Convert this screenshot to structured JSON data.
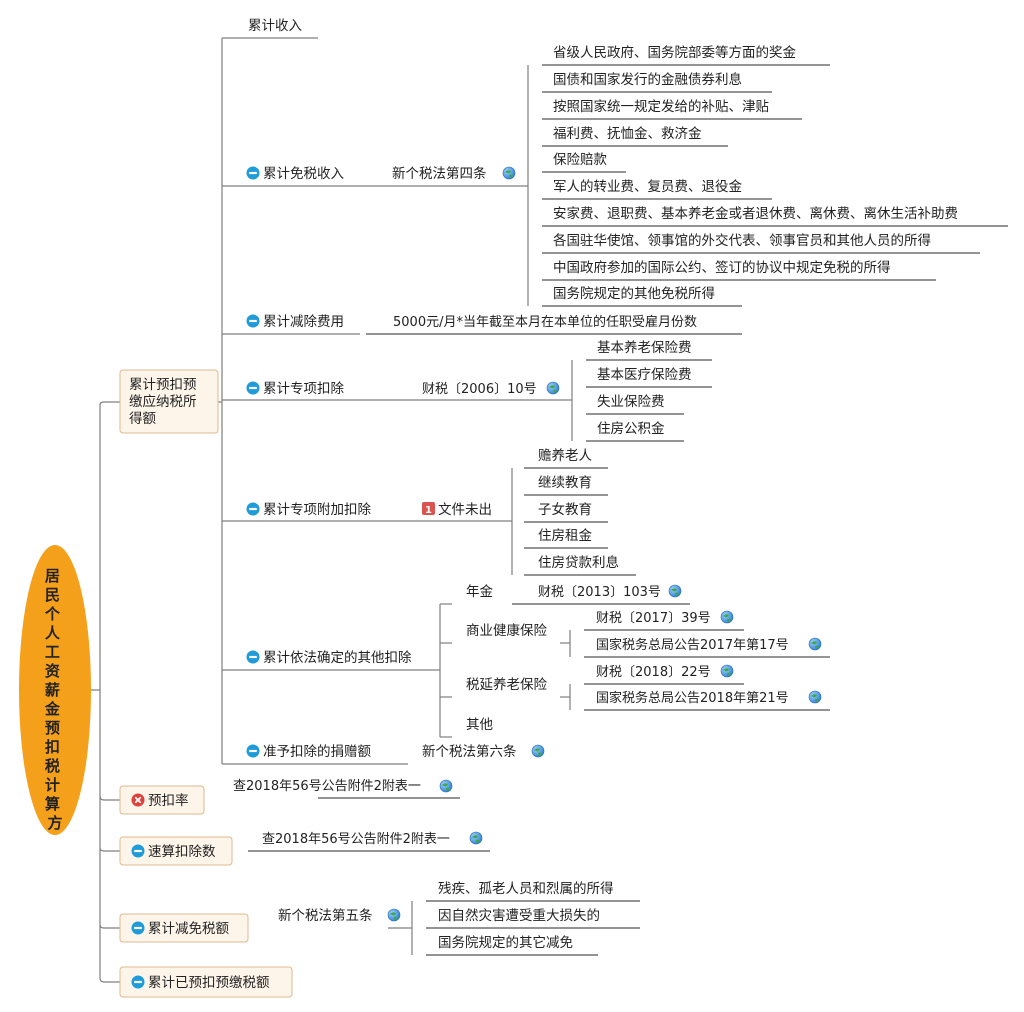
{
  "root": "居民个人工资薪金预扣税计算方法",
  "colors": {
    "root_fill": "#f5a01a",
    "box_fill": "#fdf5ea",
    "box_border": "#e0b98c",
    "line": "#7f7f7f",
    "collapse": "#1e9bd8",
    "error": "#e0403a",
    "priority": "#d9534f",
    "globe": "#2f7fd0"
  },
  "branches": {
    "taxable": {
      "label": [
        "累计预扣预",
        "缴应纳税所",
        "得额"
      ],
      "children": {
        "income": "累计收入",
        "exempt": {
          "label": "累计免税收入",
          "law": "新个税法第四条",
          "items": [
            "省级人民政府、国务院部委等方面的奖金",
            "国债和国家发行的金融债券利息",
            "按照国家统一规定发给的补贴、津贴",
            "福利费、抚恤金、救济金",
            "保险赔款",
            "军人的转业费、复员费、退役金",
            "安家费、退职费、基本养老金或者退休费、离休费、离休生活补助费",
            "各国驻华使馆、领事馆的外交代表、领事官员和其他人员的所得",
            "中国政府参加的国际公约、签订的协议中规定免税的所得",
            "国务院规定的其他免税所得"
          ]
        },
        "deduction_fee": {
          "label": "累计减除费用",
          "note": "5000元/月*当年截至本月在本单位的任职受雇月份数"
        },
        "special": {
          "label": "累计专项扣除",
          "law": "财税〔2006〕10号",
          "items": [
            "基本养老保险费",
            "基本医疗保险费",
            "失业保险费",
            "住房公积金"
          ]
        },
        "special_additional": {
          "label": "累计专项附加扣除",
          "priority": "1",
          "note": "文件未出",
          "items": [
            "赡养老人",
            "继续教育",
            "子女教育",
            "住房租金",
            "住房贷款利息"
          ]
        },
        "other": {
          "label": "累计依法确定的其他扣除",
          "pension": {
            "label": "年金",
            "law": "财税〔2013〕103号"
          },
          "health": {
            "label": "商业健康保险",
            "laws": [
              "财税〔2017〕39号",
              "国家税务总局公告2017年第17号"
            ]
          },
          "deferred": {
            "label": "税延养老保险",
            "laws": [
              "财税〔2018〕22号",
              "国家税务总局公告2018年第21号"
            ]
          },
          "misc": "其他"
        },
        "donation": {
          "label": "准予扣除的捐赠额",
          "law": "新个税法第六条"
        }
      }
    },
    "rate": {
      "label": "预扣率",
      "note": "查2018年56号公告附件2附表一"
    },
    "quick": {
      "label": "速算扣除数",
      "note": "查2018年56号公告附件2附表一"
    },
    "relief": {
      "label": "累计减免税额",
      "law": "新个税法第五条",
      "items": [
        "残疾、孤老人员和烈属的所得",
        "因自然灾害遭受重大损失的",
        "国务院规定的其它减免"
      ]
    },
    "prepaid": {
      "label": "累计已预扣预缴税额"
    }
  }
}
